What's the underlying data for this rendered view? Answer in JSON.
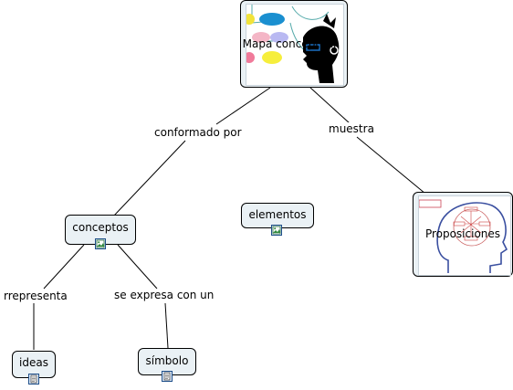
{
  "diagram": {
    "nodes": {
      "mapa": {
        "label": "Mapa conceptual"
      },
      "conceptos": {
        "label": "conceptos"
      },
      "elementos": {
        "label": "elementos"
      },
      "proposiciones": {
        "label": "Proposiciones"
      },
      "ideas": {
        "label": "ideas"
      },
      "simbolo": {
        "label": "símbolo"
      }
    },
    "links": {
      "conformado": {
        "label": "conformado por"
      },
      "muestra": {
        "label": "muestra"
      },
      "representa": {
        "label": "rrepresenta"
      },
      "expresa": {
        "label": "se expresa con un"
      }
    },
    "colors": {
      "node_fill": "#eaf1f5",
      "node_border": "#000000",
      "icon_border": "#1f4f8a",
      "icon_fill": "#dbe8f6"
    }
  }
}
